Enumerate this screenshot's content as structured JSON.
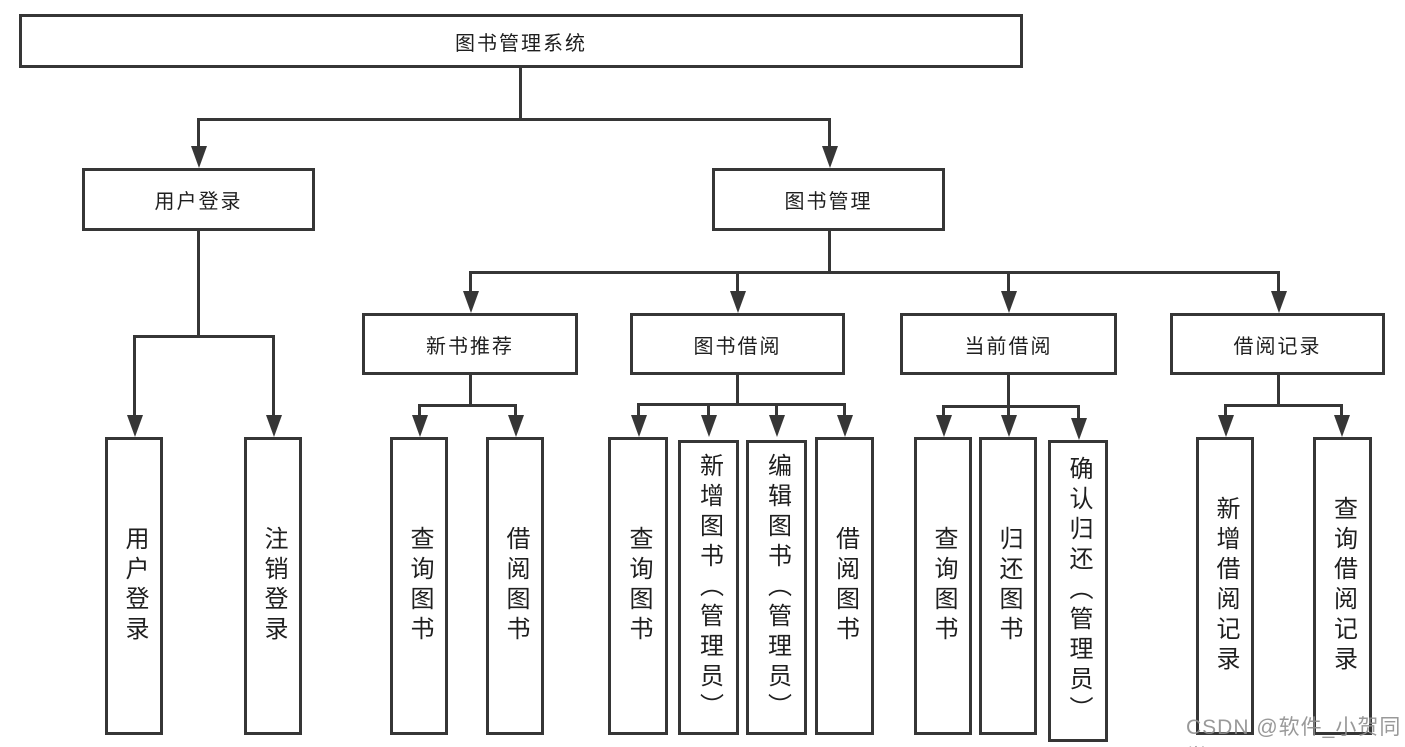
{
  "watermark": "CSDN @软件_小贺同学",
  "colors": {
    "line": "#363636",
    "text": "#1f1f1f",
    "watermark": "#8f8f8f",
    "background": "#ffffff"
  },
  "tree": {
    "root": "图书管理系统",
    "children": [
      {
        "label": "用户登录",
        "children": [
          "用户登录",
          "注销登录"
        ]
      },
      {
        "label": "图书管理",
        "children": [
          {
            "label": "新书推荐",
            "children": [
              "查询图书",
              "借阅图书"
            ]
          },
          {
            "label": "图书借阅",
            "children": [
              "查询图书",
              "新增图书（管理员）",
              "编辑图书（管理员）",
              "借阅图书"
            ]
          },
          {
            "label": "当前借阅",
            "children": [
              "查询图书",
              "归还图书",
              "确认归还（管理员）"
            ]
          },
          {
            "label": "借阅记录",
            "children": [
              "新增借阅记录",
              "查询借阅记录"
            ]
          }
        ]
      }
    ]
  }
}
